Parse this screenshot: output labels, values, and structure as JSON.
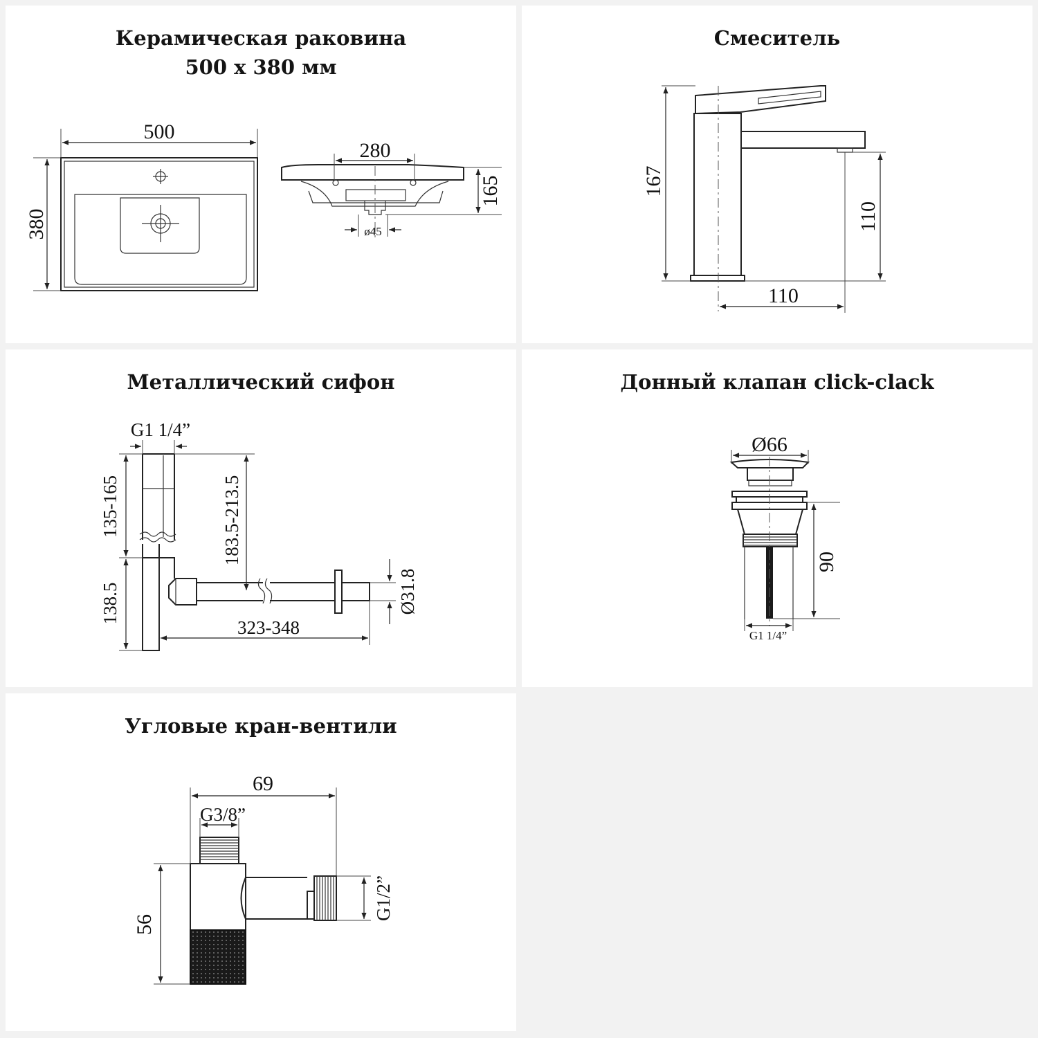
{
  "panels": {
    "sink": {
      "title_line1": "Керамическая раковина",
      "title_line2": "500 x 380 мм",
      "dim_width": "500",
      "dim_depth": "380",
      "dim_hole_spacing": "280",
      "dim_height": "165",
      "dim_drain": "ø45"
    },
    "faucet": {
      "title": "Смеситель",
      "dim_height": "167",
      "dim_spout_height": "110",
      "dim_spout_reach": "110"
    },
    "siphon": {
      "title": "Металлический сифон",
      "dim_thread": "G1 1/4”",
      "dim_upper": "135-165",
      "dim_outlet_height": "183.5-213.5",
      "dim_lower": "138.5",
      "dim_length": "323-348",
      "dim_pipe_diameter": "Ø31.8"
    },
    "drain_valve": {
      "title": "Донный клапан click-clack",
      "dim_cap": "Ø66",
      "dim_height": "90",
      "dim_thread": "G1 1/4”"
    },
    "angle_valve": {
      "title": "Угловые кран-вентили",
      "dim_length": "69",
      "dim_inlet_thread": "G3/8”",
      "dim_height": "56",
      "dim_outlet_thread": "G1/2”"
    }
  }
}
